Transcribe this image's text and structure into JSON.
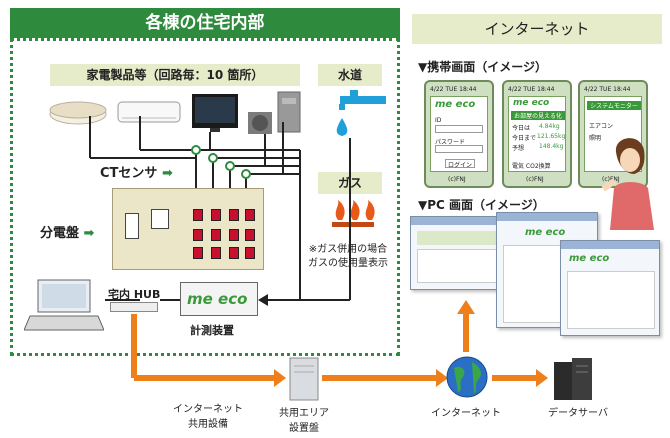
{
  "left_panel": {
    "title": "各棟の住宅内部",
    "appliances_label": "家電製品等（回路毎：10 箇所）",
    "water_label": "水道",
    "gas_label": "ガス",
    "gas_note_line1": "※ガス併用の場合",
    "gas_note_line2": "ガスの使用量表示",
    "ct_sensor_label": "CTセンサ",
    "panel_label": "分電盤",
    "hub_label": "宅内 HUB",
    "meter_label": "計測装置",
    "meeco_logo": "me eco"
  },
  "right_panel": {
    "title": "インターネット",
    "mobile_label": "▼携帯画面（イメージ）",
    "pc_label": "▼PC 画面（イメージ）",
    "phones": [
      {
        "status": "4/22 TUE 18:44",
        "brand": "(c)FNJ",
        "lines": [
          "ID",
          "パスワード",
          "ログイン"
        ]
      },
      {
        "status": "4/22 TUE 18:44",
        "brand": "(c)FNJ",
        "header": "お部屋の見える化",
        "rows": [
          [
            "今日は",
            "4.84kg"
          ],
          [
            "今日まで",
            "121.65kg"
          ],
          [
            "予想",
            "148.4kg"
          ]
        ],
        "footer": "電気 CO2換算"
      },
      {
        "status": "4/22 TUE 18:44",
        "brand": "(c)FNJ",
        "header": "システムモニター",
        "rows": [
          [
            "エアコン",
            ""
          ],
          [
            "照明",
            ""
          ]
        ]
      }
    ]
  },
  "bottom": {
    "internet_facility": [
      "インターネット",
      "共用設備"
    ],
    "shared_panel": [
      "共用エリア",
      "設置盤"
    ],
    "internet": "インターネット",
    "data_server": "データサーバ"
  },
  "colors": {
    "green": "#2e8b3e",
    "orange": "#ef7f1a",
    "beige": "#e6ebc9",
    "red": "#c8102e"
  }
}
